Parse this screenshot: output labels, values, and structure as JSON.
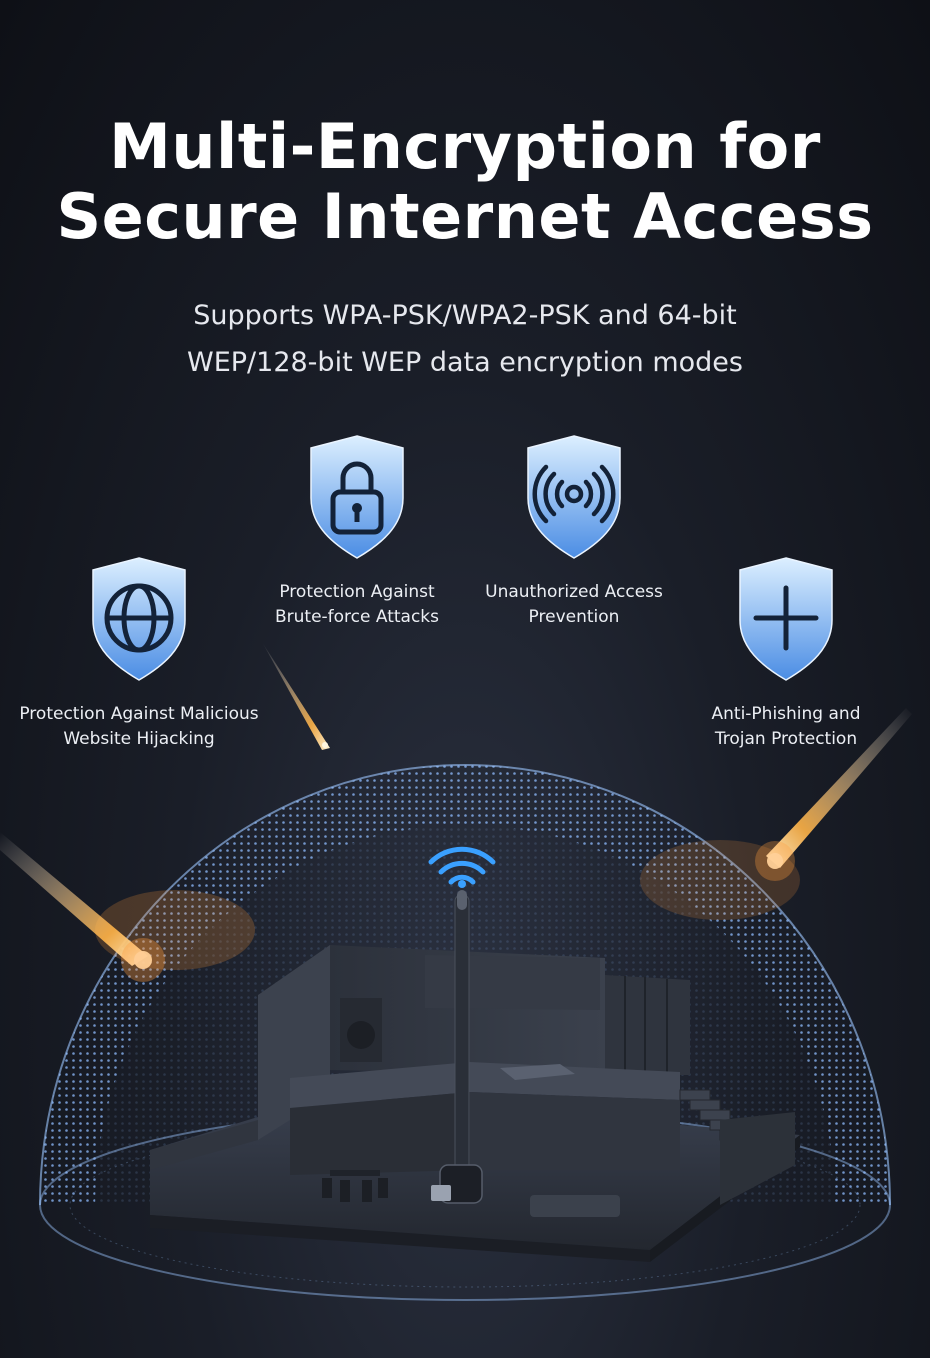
{
  "headline": {
    "line1": "Multi-Encryption for",
    "line2": "Secure Internet Access"
  },
  "subline": {
    "line1": "Supports WPA-PSK/WPA2-PSK and 64-bit",
    "line2": "WEP/128-bit WEP data encryption modes"
  },
  "features": [
    {
      "icon": "globe-icon",
      "line1": "Protection Against Malicious",
      "line2": "Website Hijacking"
    },
    {
      "icon": "padlock-icon",
      "line1": "Protection Against",
      "line2": "Brute-force Attacks"
    },
    {
      "icon": "signal-icon",
      "line1": "Unauthorized Access",
      "line2": "Prevention"
    },
    {
      "icon": "plus-icon",
      "line1": "Anti-Phishing and",
      "line2": "Trojan Protection"
    }
  ],
  "colors": {
    "shield_top": "#d8ecff",
    "shield_bottom": "#4d8fe6",
    "icon_stroke": "#132238",
    "dome": "#7fb4ff",
    "meteor": "#ffb347",
    "wifi": "#3aa0ff"
  }
}
